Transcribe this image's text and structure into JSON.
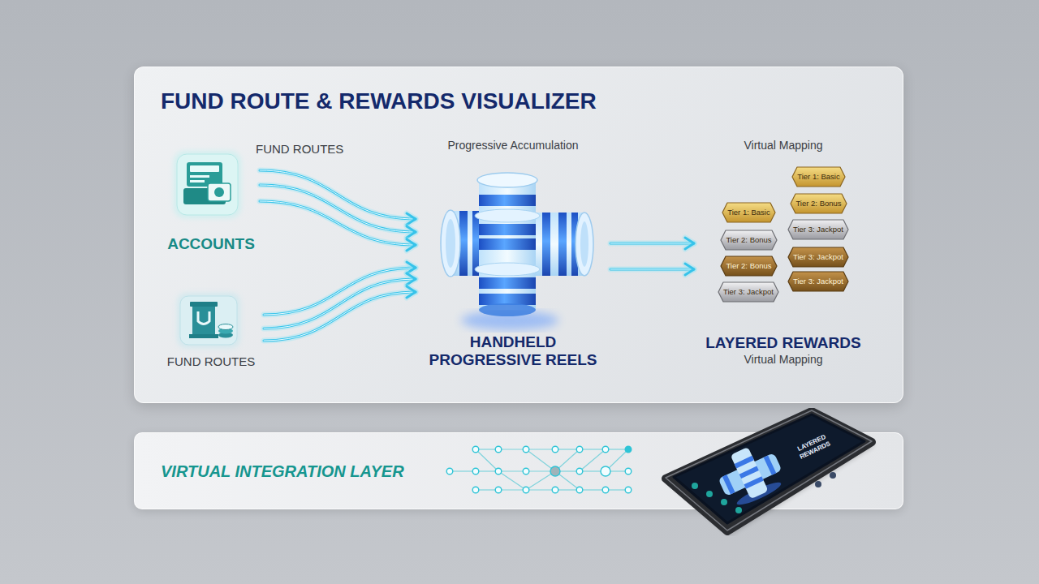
{
  "diagram": {
    "title": "FUND ROUTE & REWARDS VISUALIZER",
    "nodes": [
      {
        "text": [
          "ACCOUNTS"
        ]
      },
      {
        "text": [
          "FUND ROUTES"
        ]
      },
      {
        "text": [
          "Progressive Accumulation",
          "HANDHELD PROGRESSIVE REELS"
        ]
      },
      {
        "text": [
          "Virtual Mapping",
          "LAYERED REWARDS",
          "Virtual Mapping"
        ]
      },
      {
        "text": [
          "Tier 1: Basic"
        ],
        "in": 3
      },
      {
        "text": [
          "Tier 2: Bonus"
        ],
        "in": 3
      },
      {
        "text": [
          "Tier 2: Bonus"
        ],
        "in": 3
      },
      {
        "text": [
          "Tier 3: Jackpot"
        ],
        "in": 3
      },
      {
        "text": [
          "Tier 1: Basic"
        ],
        "in": 3
      },
      {
        "text": [
          "Tier 2: Bonus"
        ],
        "in": 3
      },
      {
        "text": [
          "Tier 3: Jackpot"
        ],
        "in": 3
      },
      {
        "text": [
          "Tier 3: Jackpot"
        ],
        "in": 3
      },
      {
        "text": [
          "Tier 3: Jackpot"
        ],
        "in": 3
      },
      {
        "text": [
          "VIRTUAL INTEGRATION LAYER"
        ]
      },
      {
        "text": [
          "LAYERED REWARDS"
        ]
      }
    ],
    "edges": [
      {
        "from": 0,
        "to": 2,
        "arrow": "to"
      },
      {
        "from": 1,
        "to": 2,
        "arrow": "to"
      },
      {
        "from": 2,
        "to": 3,
        "arrow": "to"
      }
    ],
    "labels": [
      "FUND ROUTES"
    ]
  }
}
